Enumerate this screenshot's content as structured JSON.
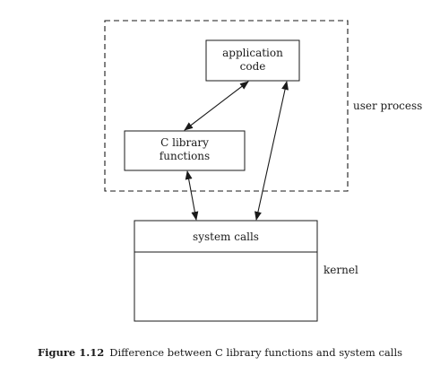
{
  "diagram": {
    "boxes": {
      "application_code": {
        "lines": [
          "application",
          "code"
        ]
      },
      "c_library": {
        "lines": [
          "C library",
          "functions"
        ]
      },
      "system_calls": {
        "label": "system calls"
      }
    },
    "regions": {
      "user_process": "user process",
      "kernel": "kernel"
    }
  },
  "caption": {
    "number": "Figure 1.12",
    "text": "Difference between C library functions and system calls"
  }
}
